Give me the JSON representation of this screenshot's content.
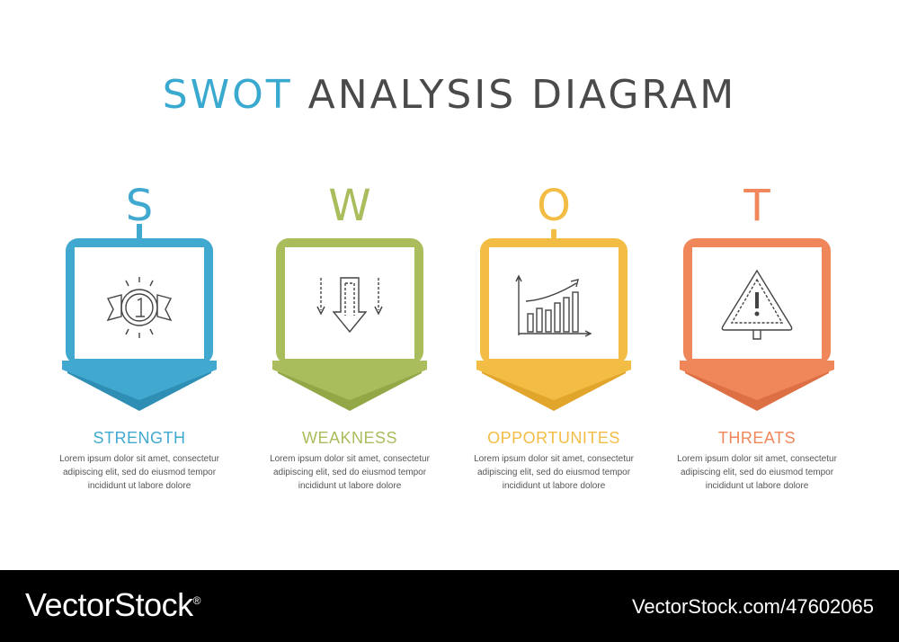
{
  "title": {
    "part1": "SWOT",
    "part2": "ANALYSIS DIAGRAM"
  },
  "colors": {
    "strength": "#41a9d0",
    "strength_dark": "#2f8eb4",
    "weakness": "#a9bd5c",
    "weakness_dark": "#92a746",
    "opportunities": "#f3bd45",
    "opportunities_dark": "#e0a52a",
    "threats": "#f0875a",
    "threats_dark": "#dc7044",
    "text_dark": "#4a4a4a"
  },
  "items": [
    {
      "letter": "S",
      "label": "STRENGTH",
      "icon": "award-medal-icon",
      "text": [
        "Lorem ipsum dolor sit amet, consectetur",
        "adipiscing elit, sed do eiusmod tempor",
        "incididunt ut labore dolore"
      ]
    },
    {
      "letter": "W",
      "label": "WEAKNESS",
      "icon": "down-arrows-icon",
      "text": [
        "Lorem ipsum dolor sit amet, consectetur",
        "adipiscing elit, sed do eiusmod tempor",
        "incididunt ut labore dolore"
      ]
    },
    {
      "letter": "O",
      "label": "OPPORTUNITES",
      "icon": "growth-chart-icon",
      "text": [
        "Lorem ipsum dolor sit amet, consectetur",
        "adipiscing elit, sed do eiusmod tempor",
        "incididunt ut labore dolore"
      ]
    },
    {
      "letter": "T",
      "label": "THREATS",
      "icon": "warning-sign-icon",
      "text": [
        "Lorem ipsum dolor sit amet, consectetur",
        "adipiscing elit, sed do eiusmod tempor",
        "incididunt ut labore dolore"
      ]
    }
  ],
  "footer": {
    "brand": "VectorStock",
    "registered": "®",
    "url": "VectorStock.com/47602065"
  }
}
